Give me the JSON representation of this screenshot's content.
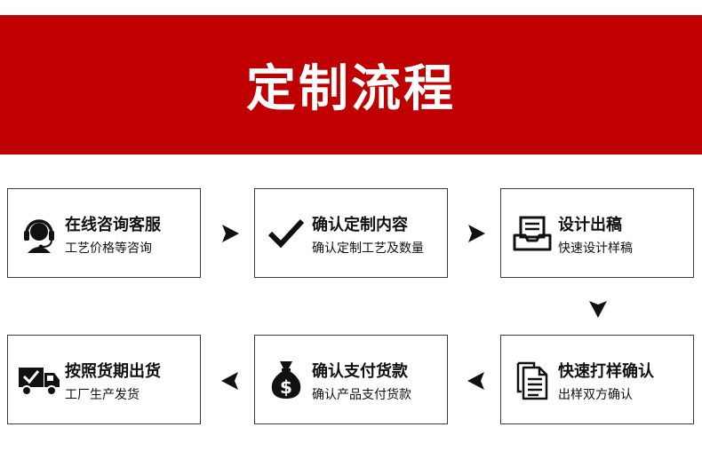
{
  "header": {
    "title": "定制流程",
    "background_color": "#c00000",
    "text_color": "#ffffff"
  },
  "steps": [
    {
      "title": "在线咨询客服",
      "desc": "工艺价格等咨询",
      "icon": "headset-icon"
    },
    {
      "title": "确认定制内容",
      "desc": "确认定制工艺及数量",
      "icon": "checkmark-icon"
    },
    {
      "title": "设计出稿",
      "desc": "快速设计样稿",
      "icon": "inbox-tray-icon"
    },
    {
      "title": "快速打样确认",
      "desc": "出样双方确认",
      "icon": "documents-icon"
    },
    {
      "title": "确认支付货款",
      "desc": "确认产品支付货款",
      "icon": "money-bag-icon"
    },
    {
      "title": "按照货期出货",
      "desc": "工厂生产发货",
      "icon": "delivery-truck-icon"
    }
  ],
  "colors": {
    "border": "#3a3a3a",
    "icon": "#111111",
    "arrow": "#111111"
  }
}
